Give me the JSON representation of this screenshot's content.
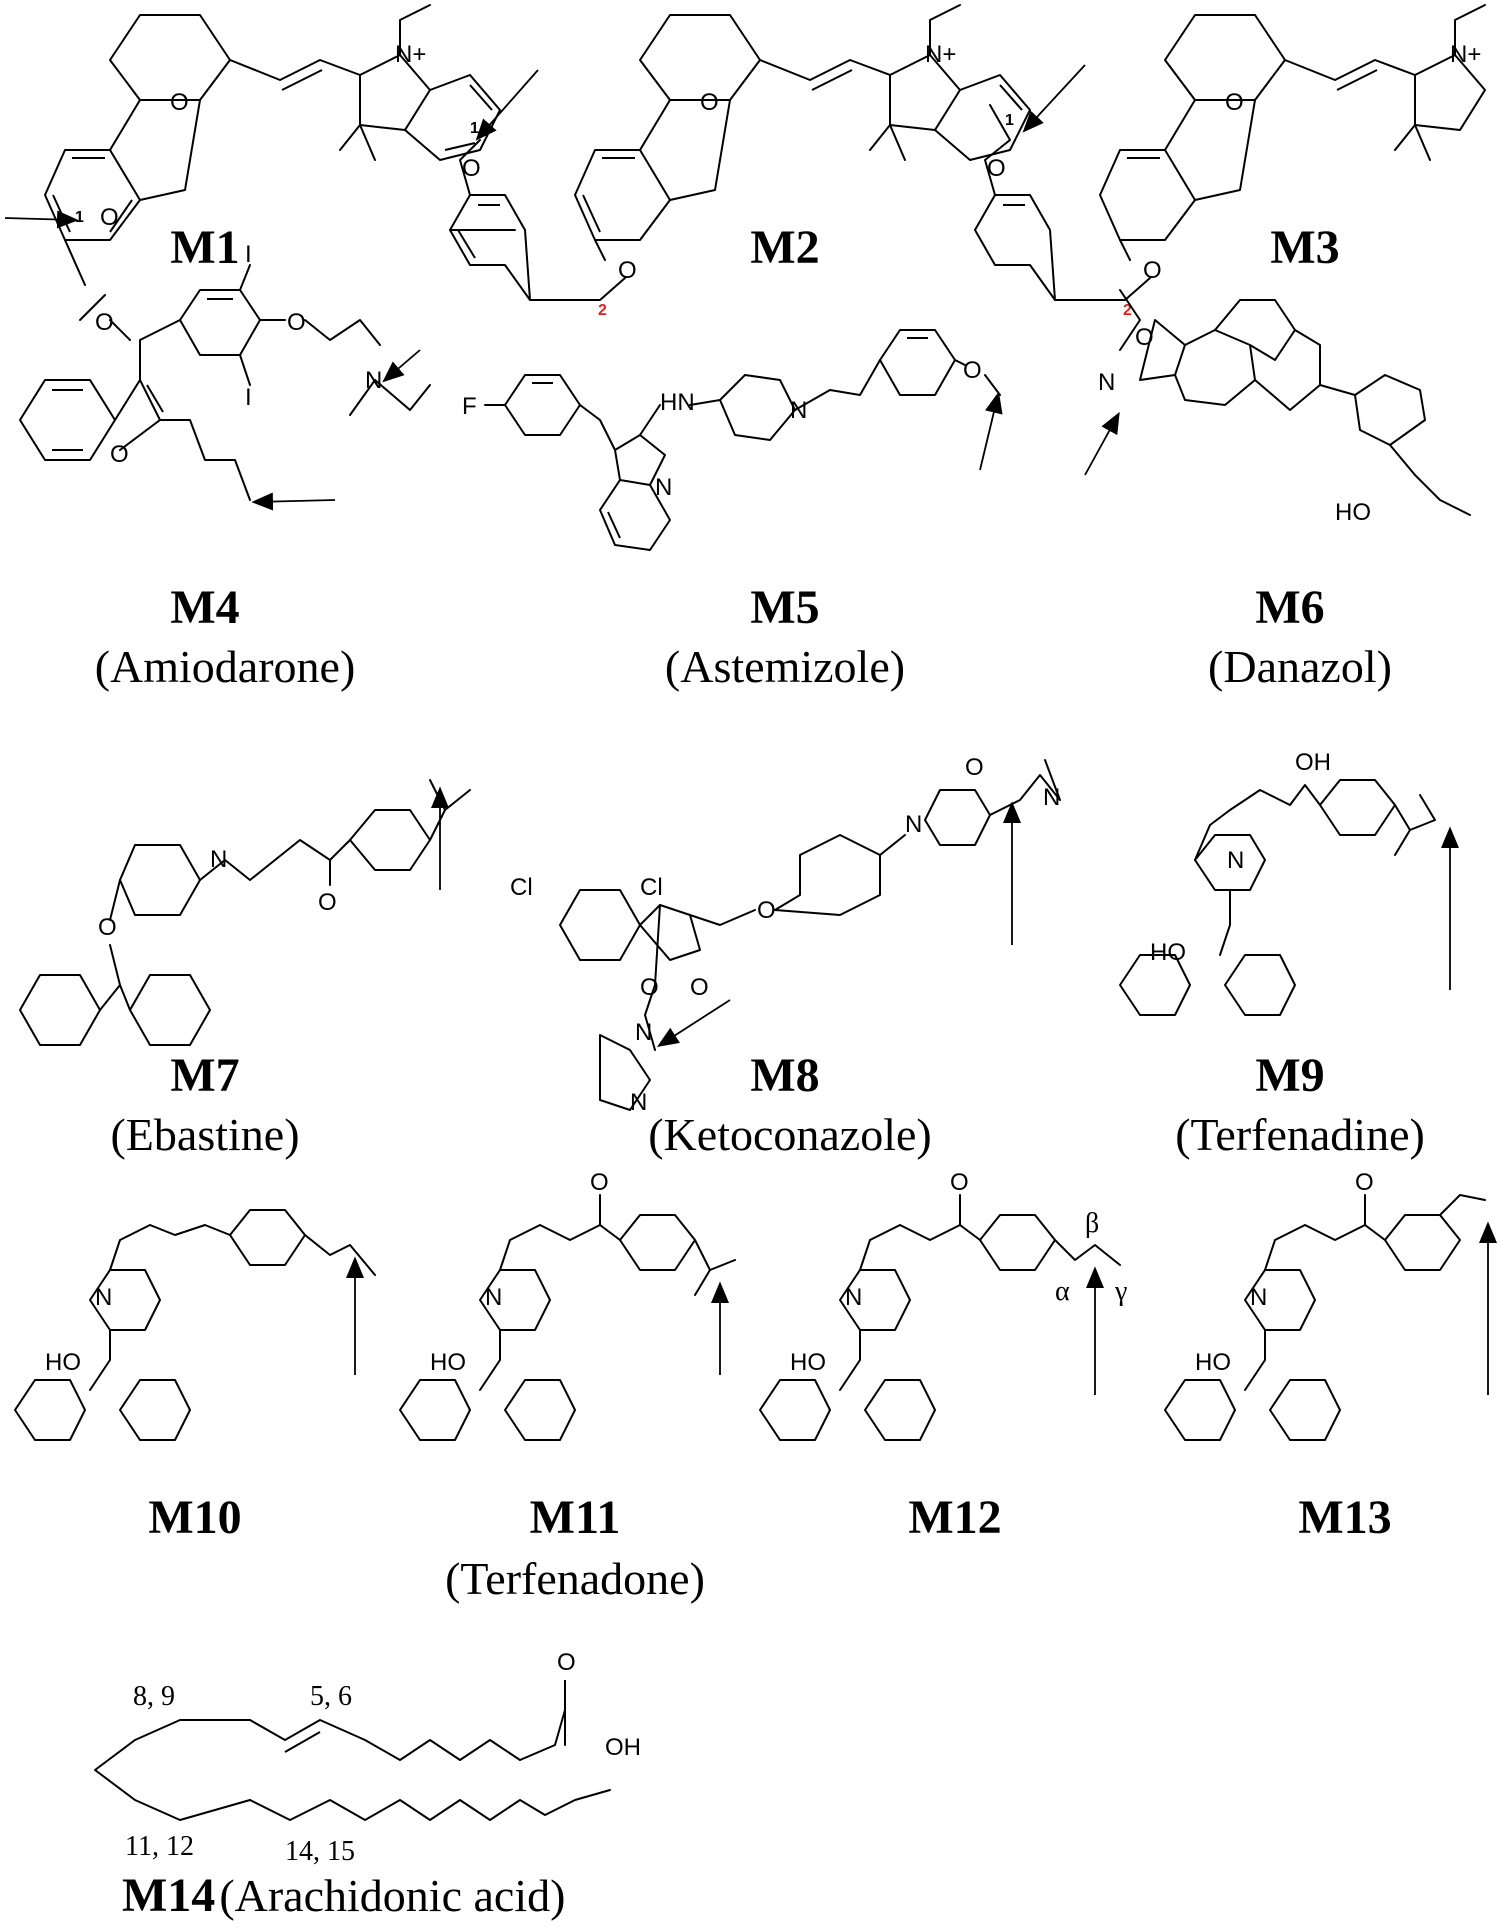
{
  "compounds": [
    {
      "id": "M1",
      "name": ""
    },
    {
      "id": "M2",
      "name": ""
    },
    {
      "id": "M3",
      "name": ""
    },
    {
      "id": "M4",
      "name": "(Amiodarone)"
    },
    {
      "id": "M5",
      "name": "(Astemizole)"
    },
    {
      "id": "M6",
      "name": "(Danazol)"
    },
    {
      "id": "M7",
      "name": "(Ebastine)"
    },
    {
      "id": "M8",
      "name": "(Ketoconazole)"
    },
    {
      "id": "M9",
      "name": "(Terfenadine)"
    },
    {
      "id": "M10",
      "name": ""
    },
    {
      "id": "M11",
      "name": "(Terfenadone)"
    },
    {
      "id": "M12",
      "name": ""
    },
    {
      "id": "M13",
      "name": ""
    },
    {
      "id": "M14",
      "name": "(Arachidonic acid)"
    }
  ],
  "atoms": {
    "O": "O",
    "N": "N",
    "Nplus": "N+",
    "HN": "HN",
    "F": "F",
    "I": "I",
    "HO": "HO",
    "OH": "OH",
    "Cl": "Cl"
  },
  "site_numbers": {
    "one": "1",
    "two": "2"
  },
  "greek": {
    "alpha": "α",
    "beta": "β",
    "gamma": "γ"
  },
  "m14_positions": {
    "p89": "8, 9",
    "p56": "5, 6",
    "p1112": "11, 12",
    "p1415": "14, 15"
  },
  "colors": {
    "site_number_red": "#e02020"
  }
}
